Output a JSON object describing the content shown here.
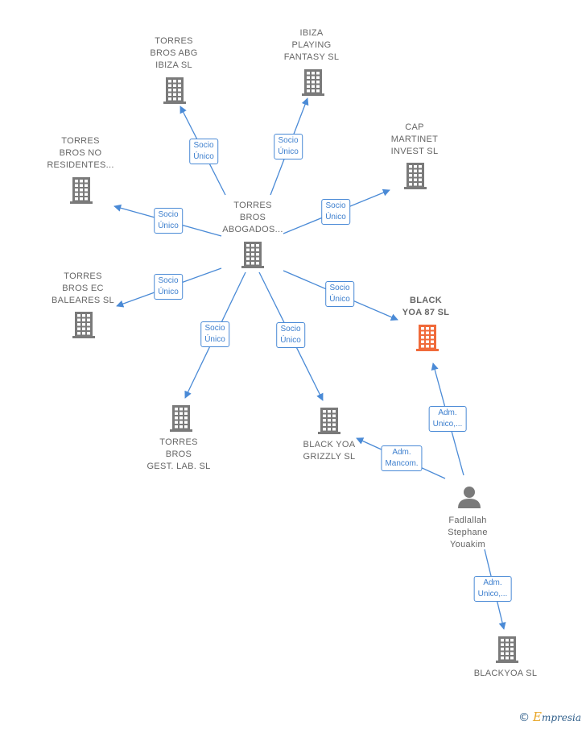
{
  "colors": {
    "edge": "#4a8ad6",
    "building": "#7a7a7a",
    "highlight": "#f06a3a",
    "person": "#7a7a7a"
  },
  "nodes": [
    {
      "id": "root",
      "label": "TORRES\nBROS\nABOGADOS...",
      "icon": "building-icon"
    },
    {
      "id": "ibiza_abg",
      "label": "TORRES\nBROS ABG\nIBIZA  SL",
      "icon": "building-icon"
    },
    {
      "id": "ibiza_playing",
      "label": "IBIZA\nPLAYING\nFANTASY SL",
      "icon": "building-icon"
    },
    {
      "id": "no_residentes",
      "label": "TORRES\nBROS NO\nRESIDENTES...",
      "icon": "building-icon"
    },
    {
      "id": "cap_martinet",
      "label": "CAP\nMARTINET\nINVEST  SL",
      "icon": "building-icon"
    },
    {
      "id": "baleares",
      "label": "TORRES\nBROS EC\nBALEARES  SL",
      "icon": "building-icon"
    },
    {
      "id": "black87",
      "label": "BLACK\nYOA 87  SL",
      "icon": "building-icon"
    },
    {
      "id": "gest_lab",
      "label": "TORRES\nBROS\nGEST. LAB.  SL",
      "icon": "building-icon"
    },
    {
      "id": "grizzly",
      "label": "BLACK YOA\nGRIZZLY  SL",
      "icon": "building-icon"
    },
    {
      "id": "person",
      "label": "Fadlallah\nStephane\nYouakim",
      "icon": "person-icon"
    },
    {
      "id": "blackyoa",
      "label": "BLACKYOA  SL",
      "icon": "building-icon"
    }
  ],
  "edges": [
    {
      "from": "root",
      "to": "ibiza_abg",
      "label": "Socio\nÚnico"
    },
    {
      "from": "root",
      "to": "ibiza_playing",
      "label": "Socio\nÚnico"
    },
    {
      "from": "root",
      "to": "no_residentes",
      "label": "Socio\nÚnico"
    },
    {
      "from": "root",
      "to": "cap_martinet",
      "label": "Socio\nÚnico"
    },
    {
      "from": "root",
      "to": "baleares",
      "label": "Socio\nÚnico"
    },
    {
      "from": "root",
      "to": "black87",
      "label": "Socio\nÚnico"
    },
    {
      "from": "root",
      "to": "gest_lab",
      "label": "Socio\nÚnico"
    },
    {
      "from": "root",
      "to": "grizzly",
      "label": "Socio\nÚnico"
    },
    {
      "from": "person",
      "to": "black87",
      "label": "Adm.\nUnico,..."
    },
    {
      "from": "person",
      "to": "grizzly",
      "label": "Adm.\nMancom."
    },
    {
      "from": "person",
      "to": "blackyoa",
      "label": "Adm.\nUnico,..."
    }
  ],
  "brand": {
    "copyright": "©",
    "name": "mpresia",
    "initial": "E"
  }
}
